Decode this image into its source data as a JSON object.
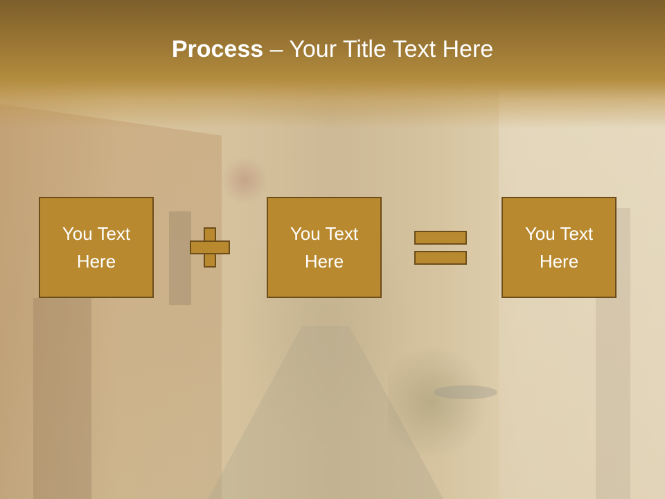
{
  "slide": {
    "title_bold": "Process",
    "title_rest": " – Your Title Text Here"
  },
  "process": {
    "boxes": [
      {
        "text": "You Text\nHere"
      },
      {
        "text": "You Text\nHere"
      },
      {
        "text": "You Text\nHere"
      }
    ],
    "operators": [
      "plus-icon",
      "equals-icon"
    ]
  },
  "colors": {
    "box_fill": "#b8892f",
    "box_border": "#6d4d1a",
    "banner": "#9b7734",
    "text": "#ffffff"
  }
}
